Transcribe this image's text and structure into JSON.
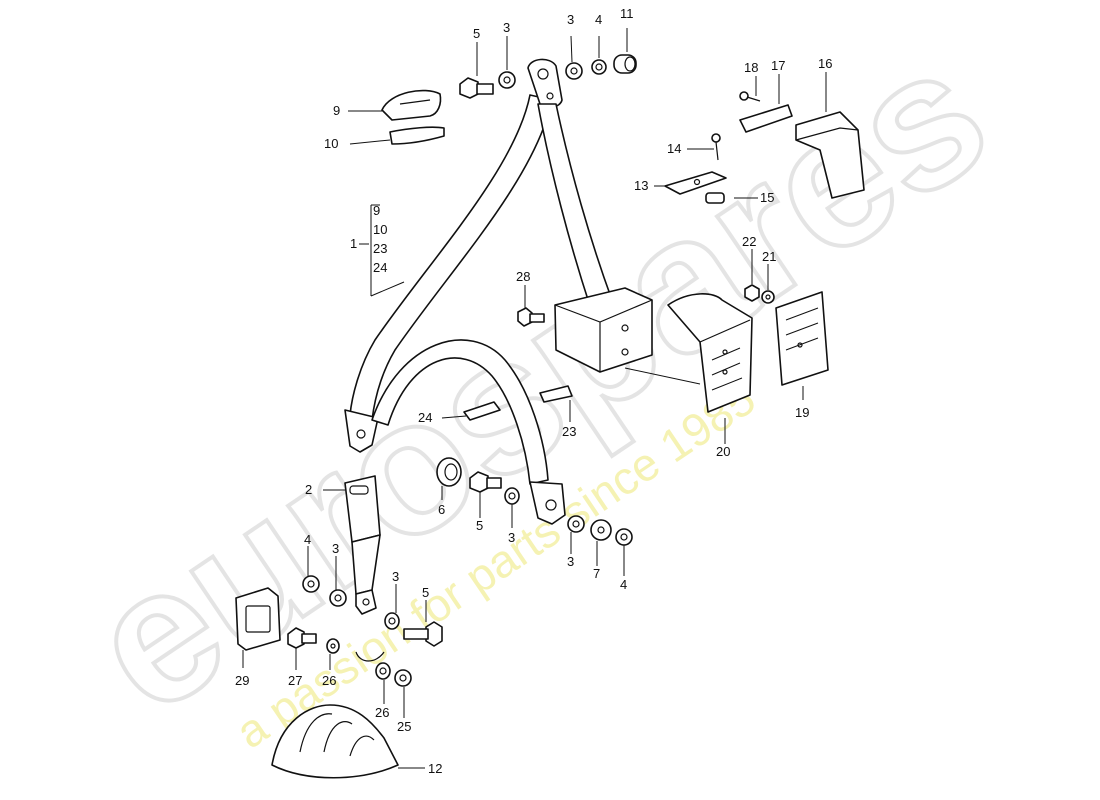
{
  "watermark": {
    "brand": "eurospares",
    "tagline": "a passion for parts since 1985"
  },
  "callouts": {
    "p1": "1",
    "p2": "2",
    "p3a": "3",
    "p3b": "3",
    "p3c": "3",
    "p3d": "3",
    "p3e": "3",
    "p3f": "3",
    "p4a": "4",
    "p4b": "4",
    "p4c": "4",
    "p5a": "5",
    "p5b": "5",
    "p5c": "5",
    "p6": "6",
    "p7": "7",
    "p9": "9",
    "p10": "10",
    "p11": "11",
    "p12": "12",
    "p13": "13",
    "p14": "14",
    "p15": "15",
    "p16": "16",
    "p17": "17",
    "p18": "18",
    "p19": "19",
    "p20": "20",
    "p21": "21",
    "p22": "22",
    "p23": "23",
    "p24": "24",
    "p25": "25",
    "p26a": "26",
    "p26b": "26",
    "p27": "27",
    "p28": "28",
    "p29": "29"
  },
  "group_list": [
    "9",
    "10",
    "23",
    "24"
  ]
}
